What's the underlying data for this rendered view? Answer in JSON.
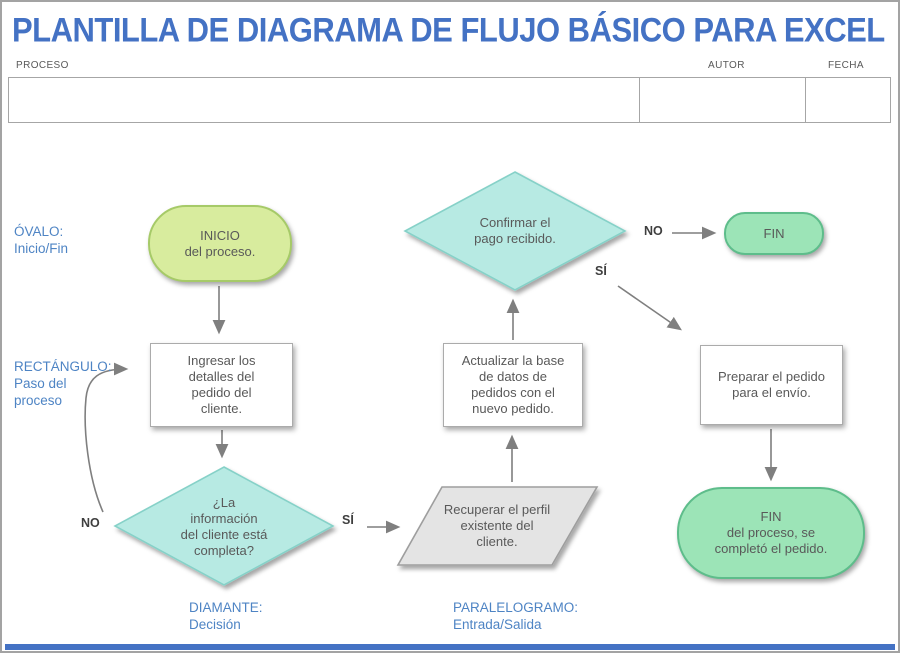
{
  "header": {
    "title": "PLANTILLA DE DIAGRAMA DE FLUJO BÁSICO PARA EXCEL",
    "proceso_label": "PROCESO",
    "autor_label": "AUTOR",
    "fecha_label": "FECHA",
    "proceso_value": "",
    "autor_value": "",
    "fecha_value": ""
  },
  "legend": {
    "ovalo": "ÓVALO:\nInicio/Fin",
    "rectangulo": "RECTÁNGULO:\nPaso del\nproceso",
    "diamante": "DIAMANTE:\nDecisión",
    "paralelogramo": "PARALELOGRAMO:\nEntrada/Salida"
  },
  "flow": {
    "start": "INICIO\ndel proceso.",
    "step_ingresar": "Ingresar los\ndetalles del\npedido del\ncliente.",
    "decision_info": "¿La\ninformación\ndel cliente está\ncompleta?",
    "no1": "NO",
    "si1": "SÍ",
    "io_recuperar": "Recuperar el perfil\nexistente del\ncliente.",
    "step_actualizar": "Actualizar la base\nde datos de\npedidos con el\nnuevo pedido.",
    "decision_pago": "Confirmar el\npago recibido.",
    "no2": "NO",
    "fin_corto": "FIN",
    "si2": "SÍ",
    "step_preparar": "Preparar el pedido\npara el envío.",
    "fin_largo": "FIN\ndel proceso, se\ncompletó el pedido."
  },
  "colors": {
    "title-blue": "#4472c4",
    "label-blue": "#4e84c4",
    "text-dark": "#595959",
    "oval-green-fill": "#d8ec9e",
    "oval-green-border": "#a6ca68",
    "mint-fill": "#9ce4b7",
    "mint-border": "#5ebd8b",
    "cyan-fill": "#b7eae3",
    "cyan-border": "#86d1c8",
    "gray-fill": "#e4e4e4",
    "gray-border": "#9e9e9e",
    "line-gray": "#7f7f7f"
  }
}
